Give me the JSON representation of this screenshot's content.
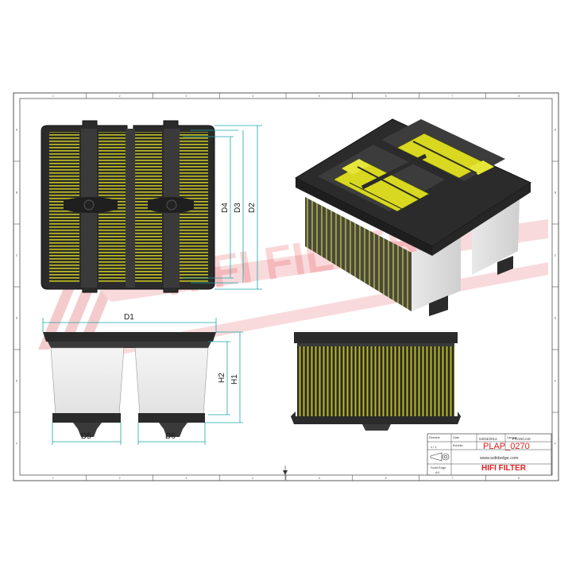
{
  "drawing": {
    "dimensions": {
      "d1": "D1",
      "d2": "D2",
      "d3": "D3",
      "d4": "D4",
      "d5": "D5",
      "d6": "D6",
      "h1": "H1",
      "h2": "H2"
    },
    "watermark_text": "HIFI FILTER",
    "border_numbers": [
      "1",
      "2",
      "3",
      "4",
      "5",
      "6",
      "7",
      "8"
    ],
    "border_letters": [
      "A",
      "B",
      "C",
      "D",
      "E",
      "F"
    ]
  },
  "title_block": {
    "label_drawn": "Dessiné",
    "label_date": "Date",
    "label_scale": "Echelle",
    "label_language": "Langue",
    "date": "04/03/2013",
    "language": "FRANCAIS",
    "sheet": "1 / 1",
    "part_number": "PLAP_0270",
    "website": "www.solidedge.com",
    "brand": "HIFI FILTER",
    "software": "Solid Edge",
    "format": "A4"
  },
  "colors": {
    "frame": "#555555",
    "filter_dark": "#2b2b2b",
    "filter_yellow": "#d8d820",
    "watermark": "#e8202a",
    "dimension": "#1aa6a6",
    "part_number": "#e02020"
  }
}
